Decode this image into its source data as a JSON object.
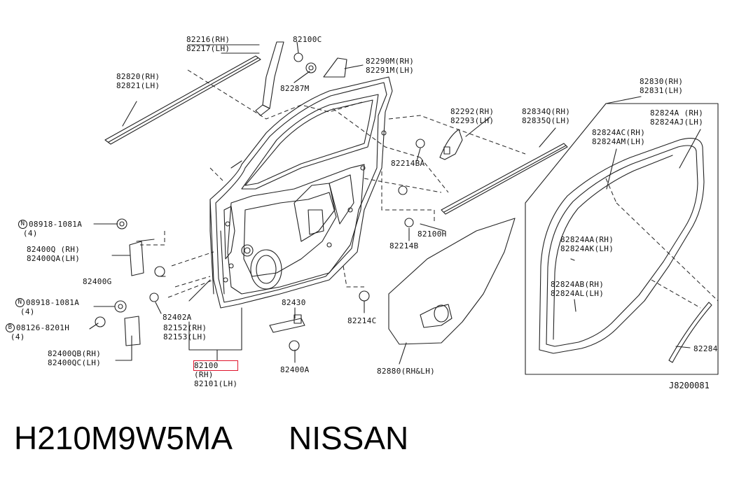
{
  "title": "H210M9W5MA",
  "brand": "NISSAN",
  "diagram_code": "J8200081",
  "highlight_color": "#e0142c",
  "labels": {
    "p82216": [
      "82216(RH)",
      "82217(LH)"
    ],
    "p82100c": [
      "82100C"
    ],
    "p82290m": [
      "82290M(RH)",
      "82291M(LH)"
    ],
    "p82287m": [
      "82287M"
    ],
    "p82820": [
      "82820(RH)",
      "82821(LH)"
    ],
    "p82830": [
      "82830(RH)",
      "82831(LH)"
    ],
    "p82824a": [
      "82824A (RH)",
      "82824AJ(LH)"
    ],
    "p82292": [
      "82292(RH)",
      "82293(LH)"
    ],
    "p82834q": [
      "82834Q(RH)",
      "82835Q(LH)"
    ],
    "p82824ac": [
      "82824AC(RH)",
      "82824AM(LH)"
    ],
    "p82214ba": [
      "82214BA"
    ],
    "p82100h": [
      "82100H"
    ],
    "p82214b": [
      "82214B"
    ],
    "p08918a": [
      "08918-1081A",
      " (4)"
    ],
    "p82400q": [
      "82400Q (RH)",
      "82400QA(LH)"
    ],
    "p82400g": [
      "82400G"
    ],
    "p08918b": [
      "08918-1081A",
      " (4)"
    ],
    "p08126": [
      "08126-8201H",
      " (4)"
    ],
    "p82400qb": [
      "82400QB(RH)",
      "82400QC(LH)"
    ],
    "p82402a": [
      "82402A"
    ],
    "p82152": [
      "82152(RH)",
      "82153(LH)"
    ],
    "p82100": [
      "82100",
      "82101(LH)"
    ],
    "p82100_rh": "(RH)",
    "p82430": [
      "82430"
    ],
    "p82400a": [
      "82400A"
    ],
    "p82214c": [
      "82214C"
    ],
    "p82880": [
      "82880(RH&LH)"
    ],
    "p82824aa": [
      "82824AA(RH)",
      "82824AK(LH)"
    ],
    "p82824ab": [
      "82824AB(RH)",
      "82824AL(LH)"
    ],
    "p82284": [
      "82284"
    ]
  }
}
